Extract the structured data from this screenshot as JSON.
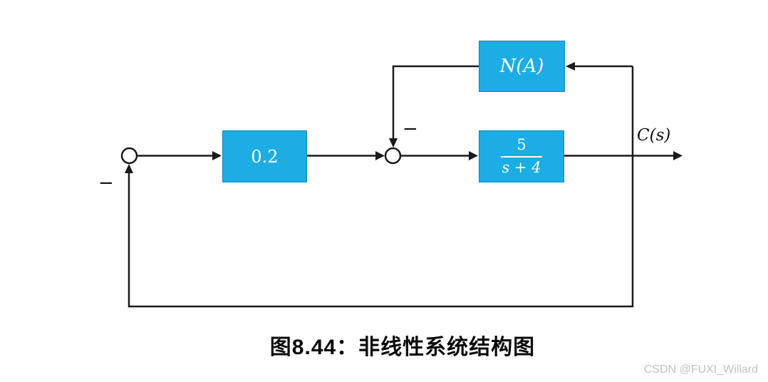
{
  "diagram": {
    "blocks": {
      "gain": {
        "label": "0.2"
      },
      "nonlinearity": {
        "label": "N(A)"
      },
      "plant": {
        "numerator": "5",
        "denominator": "s + 4"
      }
    },
    "labels": {
      "output": "C(s)",
      "sum_left_sign": "−",
      "sum_mid_sign": "−"
    },
    "structure_note": "closed loop: left summing junction → gain 0.2 → mid summing junction → plant 5/(s+4) → output C(s); C(s) feeds back through N(A) with minus into mid junction and directly with minus into left junction"
  },
  "caption": {
    "text": "图8.44：非线性系统结构图"
  },
  "watermark": {
    "text": "CSDN @FUXI_Willard"
  },
  "colors": {
    "block_fill": "#1CADE4",
    "block_border": "#0E86B8",
    "line": "#1A1A1A",
    "caption_text": "#0A0A0A",
    "watermark_text": "#C2C2C2",
    "background": "#FFFFFF"
  }
}
